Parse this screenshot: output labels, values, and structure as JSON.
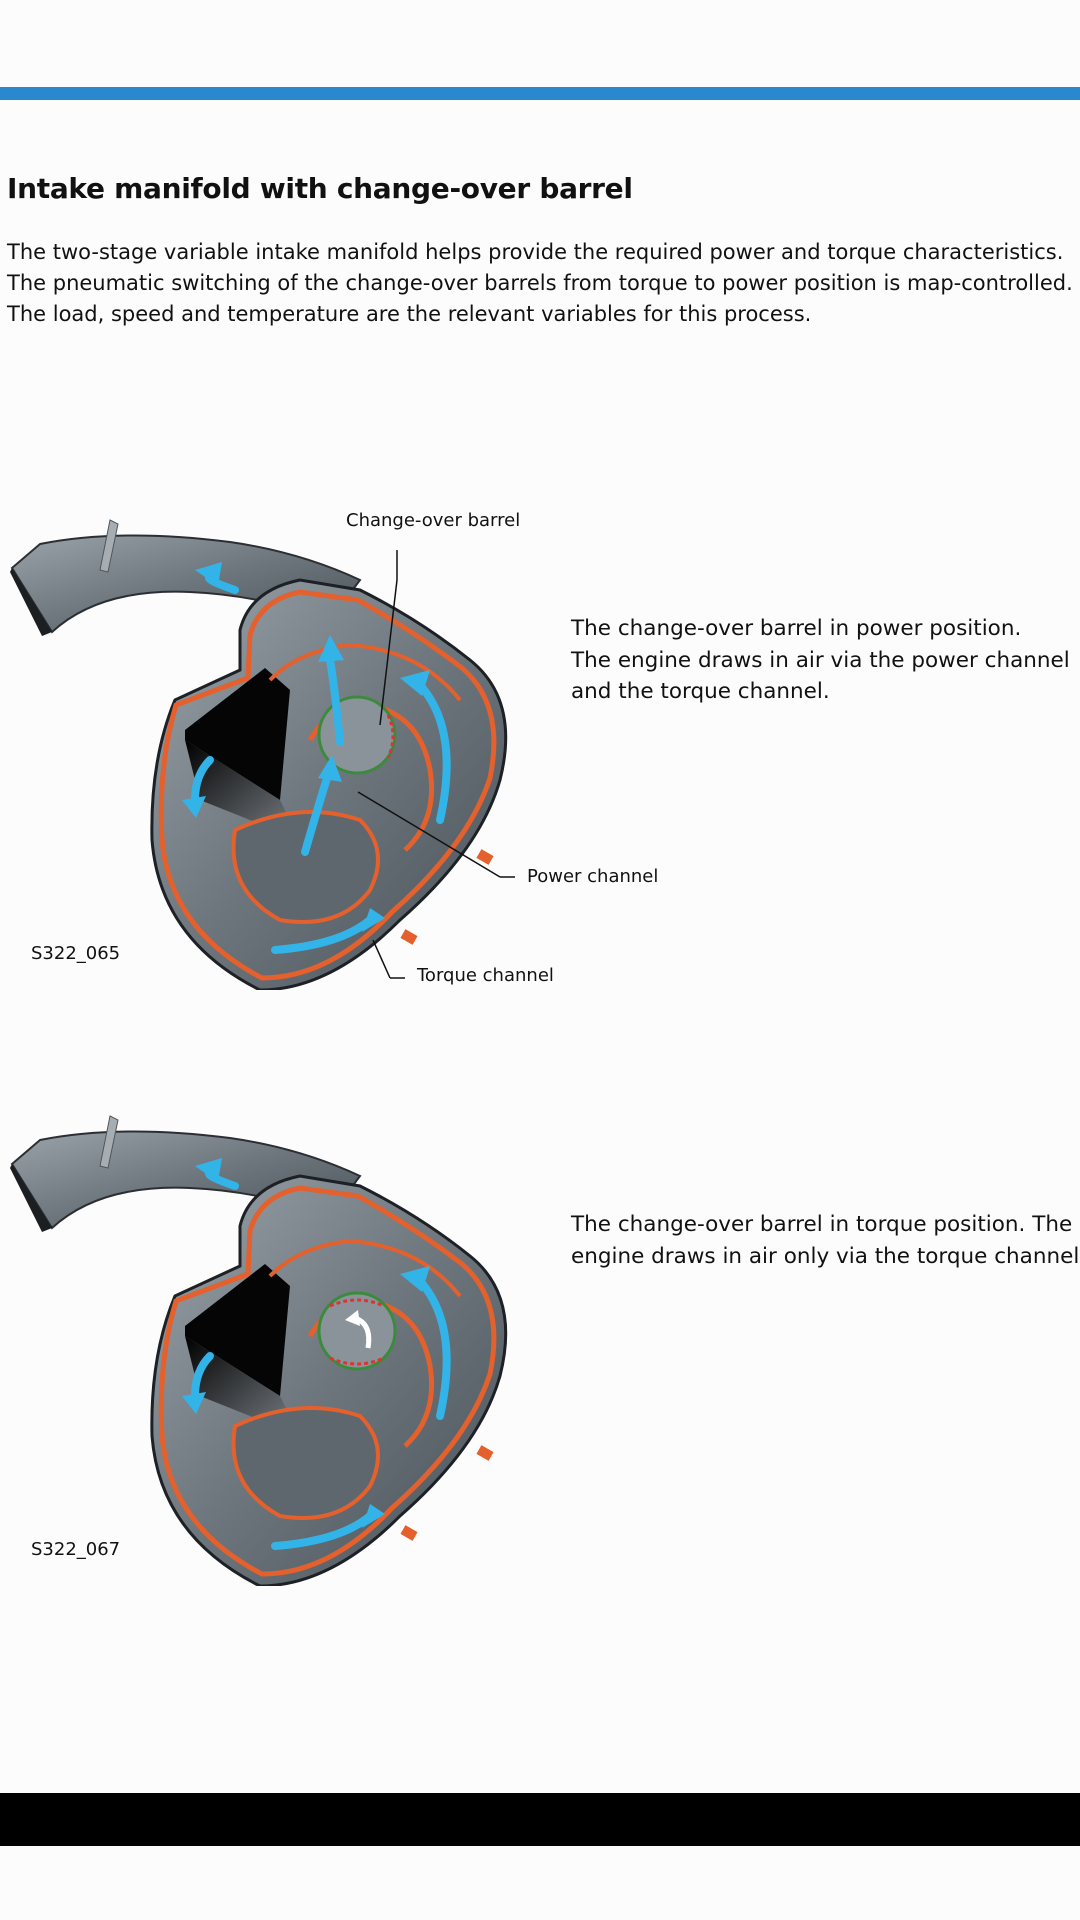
{
  "heading": "Intake manifold with change-over barrel",
  "intro": [
    "The two-stage variable intake manifold helps provide the required power and torque characteristics.",
    "The pneumatic switching of the change-over barrels from torque to power position is map-controlled.",
    "The load, speed and temperature are the relevant variables for this process."
  ],
  "figure1": {
    "labels": {
      "change_over_barrel": "Change-over barrel",
      "power_channel": "Power channel",
      "torque_channel": "Torque channel"
    },
    "id": "S322_065",
    "description": [
      "The change-over barrel in power position.",
      "The engine draws in air via the power channel",
      "and the torque channel."
    ]
  },
  "figure2": {
    "id": "S322_067",
    "description": [
      "The change-over barrel in torque position. The",
      "engine draws in air only via the torque channel."
    ]
  },
  "colors": {
    "accent_bar": "#2a88cf",
    "orange_wall": "#e4602c",
    "air_flow": "#33b4e8",
    "barrel_ring": "#3c8a3c"
  }
}
